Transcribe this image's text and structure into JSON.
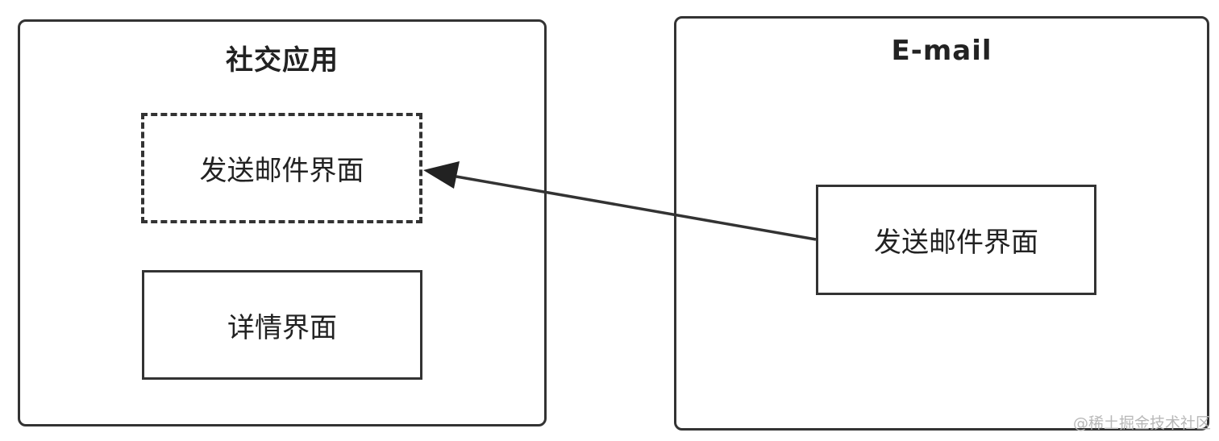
{
  "social_app": {
    "title": "社交应用",
    "send_mail_screen_label": "发送邮件界面",
    "detail_screen_label": "详情界面"
  },
  "email_app": {
    "title": "E-mail",
    "send_mail_screen_label": "发送邮件界面"
  },
  "watermark": "@稀土掘金技术社区",
  "colors": {
    "stroke": "#333333",
    "text": "#222222",
    "watermark": "#b8b8b8"
  }
}
